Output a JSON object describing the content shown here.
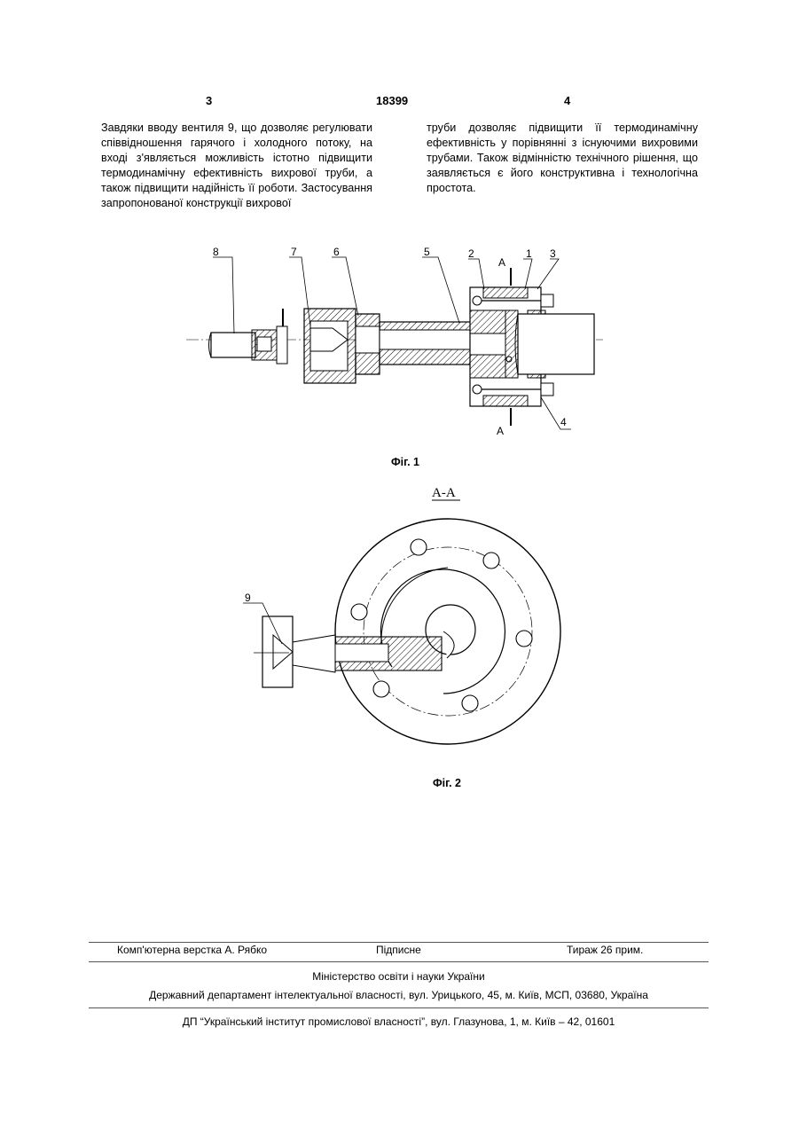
{
  "header": {
    "page_left": "3",
    "patent_number": "18399",
    "page_right": "4"
  },
  "body": {
    "left_column": "Завдяки вводу вентиля 9, що дозволяє регулювати співвідношення гарячого і холодного потоку, на вході з'являється можливість істотно підвищити термодинамічну ефективність вихрової труби, а також підвищити надійність її роботи. Застосування запропонованої конструкції вихрової",
    "right_column": "труби дозволяє підвищити її термодинамічну ефективність у порівнянні з існуючими вихровими трубами. Також відмінністю технічного рішення, що заявляється є його конструктивна і технологічна простота."
  },
  "figure1": {
    "caption": "Фіг. 1",
    "labels": [
      "8",
      "7",
      "6",
      "5",
      "2",
      "1",
      "3",
      "4"
    ],
    "section_marks": [
      "А",
      "А"
    ]
  },
  "figure2": {
    "section_title": "А-А",
    "caption": "Фіг. 2",
    "labels": [
      "9"
    ]
  },
  "footer": {
    "layout": "Комп'ютерна верстка А. Рябко",
    "signed": "Підписне",
    "circulation": "Тираж 26 прим.",
    "ministry": "Міністерство освіти і науки України",
    "department": "Державний департамент інтелектуальної власності, вул. Урицького, 45, м. Київ, МСП, 03680, Україна",
    "institute": "ДП “Український інститут промислової власності”, вул. Глазунова, 1, м. Київ – 42, 01601"
  }
}
